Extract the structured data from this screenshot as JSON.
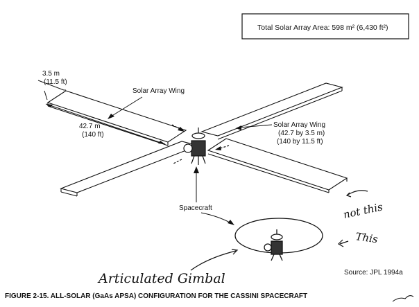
{
  "figure": {
    "area_box": {
      "text": "Total Solar Array Area:  598 m² (6,430 ft²)"
    },
    "dimension_width": {
      "line1": "3.5 m",
      "line2": "(11.5 ft)"
    },
    "dimension_length": {
      "line1": "42.7 m",
      "line2": "(140 ft)"
    },
    "label_wing_left": "Solar Array Wing",
    "label_wing_right": {
      "line1": "Solar Array Wing",
      "line2": "(42.7 by 3.5 m)",
      "line3": "(140 by 11.5 ft)"
    },
    "label_spacecraft": "Spacecraft",
    "source": "Source:  JPL 1994a",
    "caption": "FIGURE 2-15.  ALL-SOLAR (GaAs APSA) CONFIGURATION FOR THE CASSINI SPACECRAFT"
  },
  "annotations": {
    "not_this": "not this",
    "this": "This",
    "gimbal": "Articulated Gimbal"
  },
  "colors": {
    "ink": "#111111",
    "paper": "#ffffff"
  }
}
